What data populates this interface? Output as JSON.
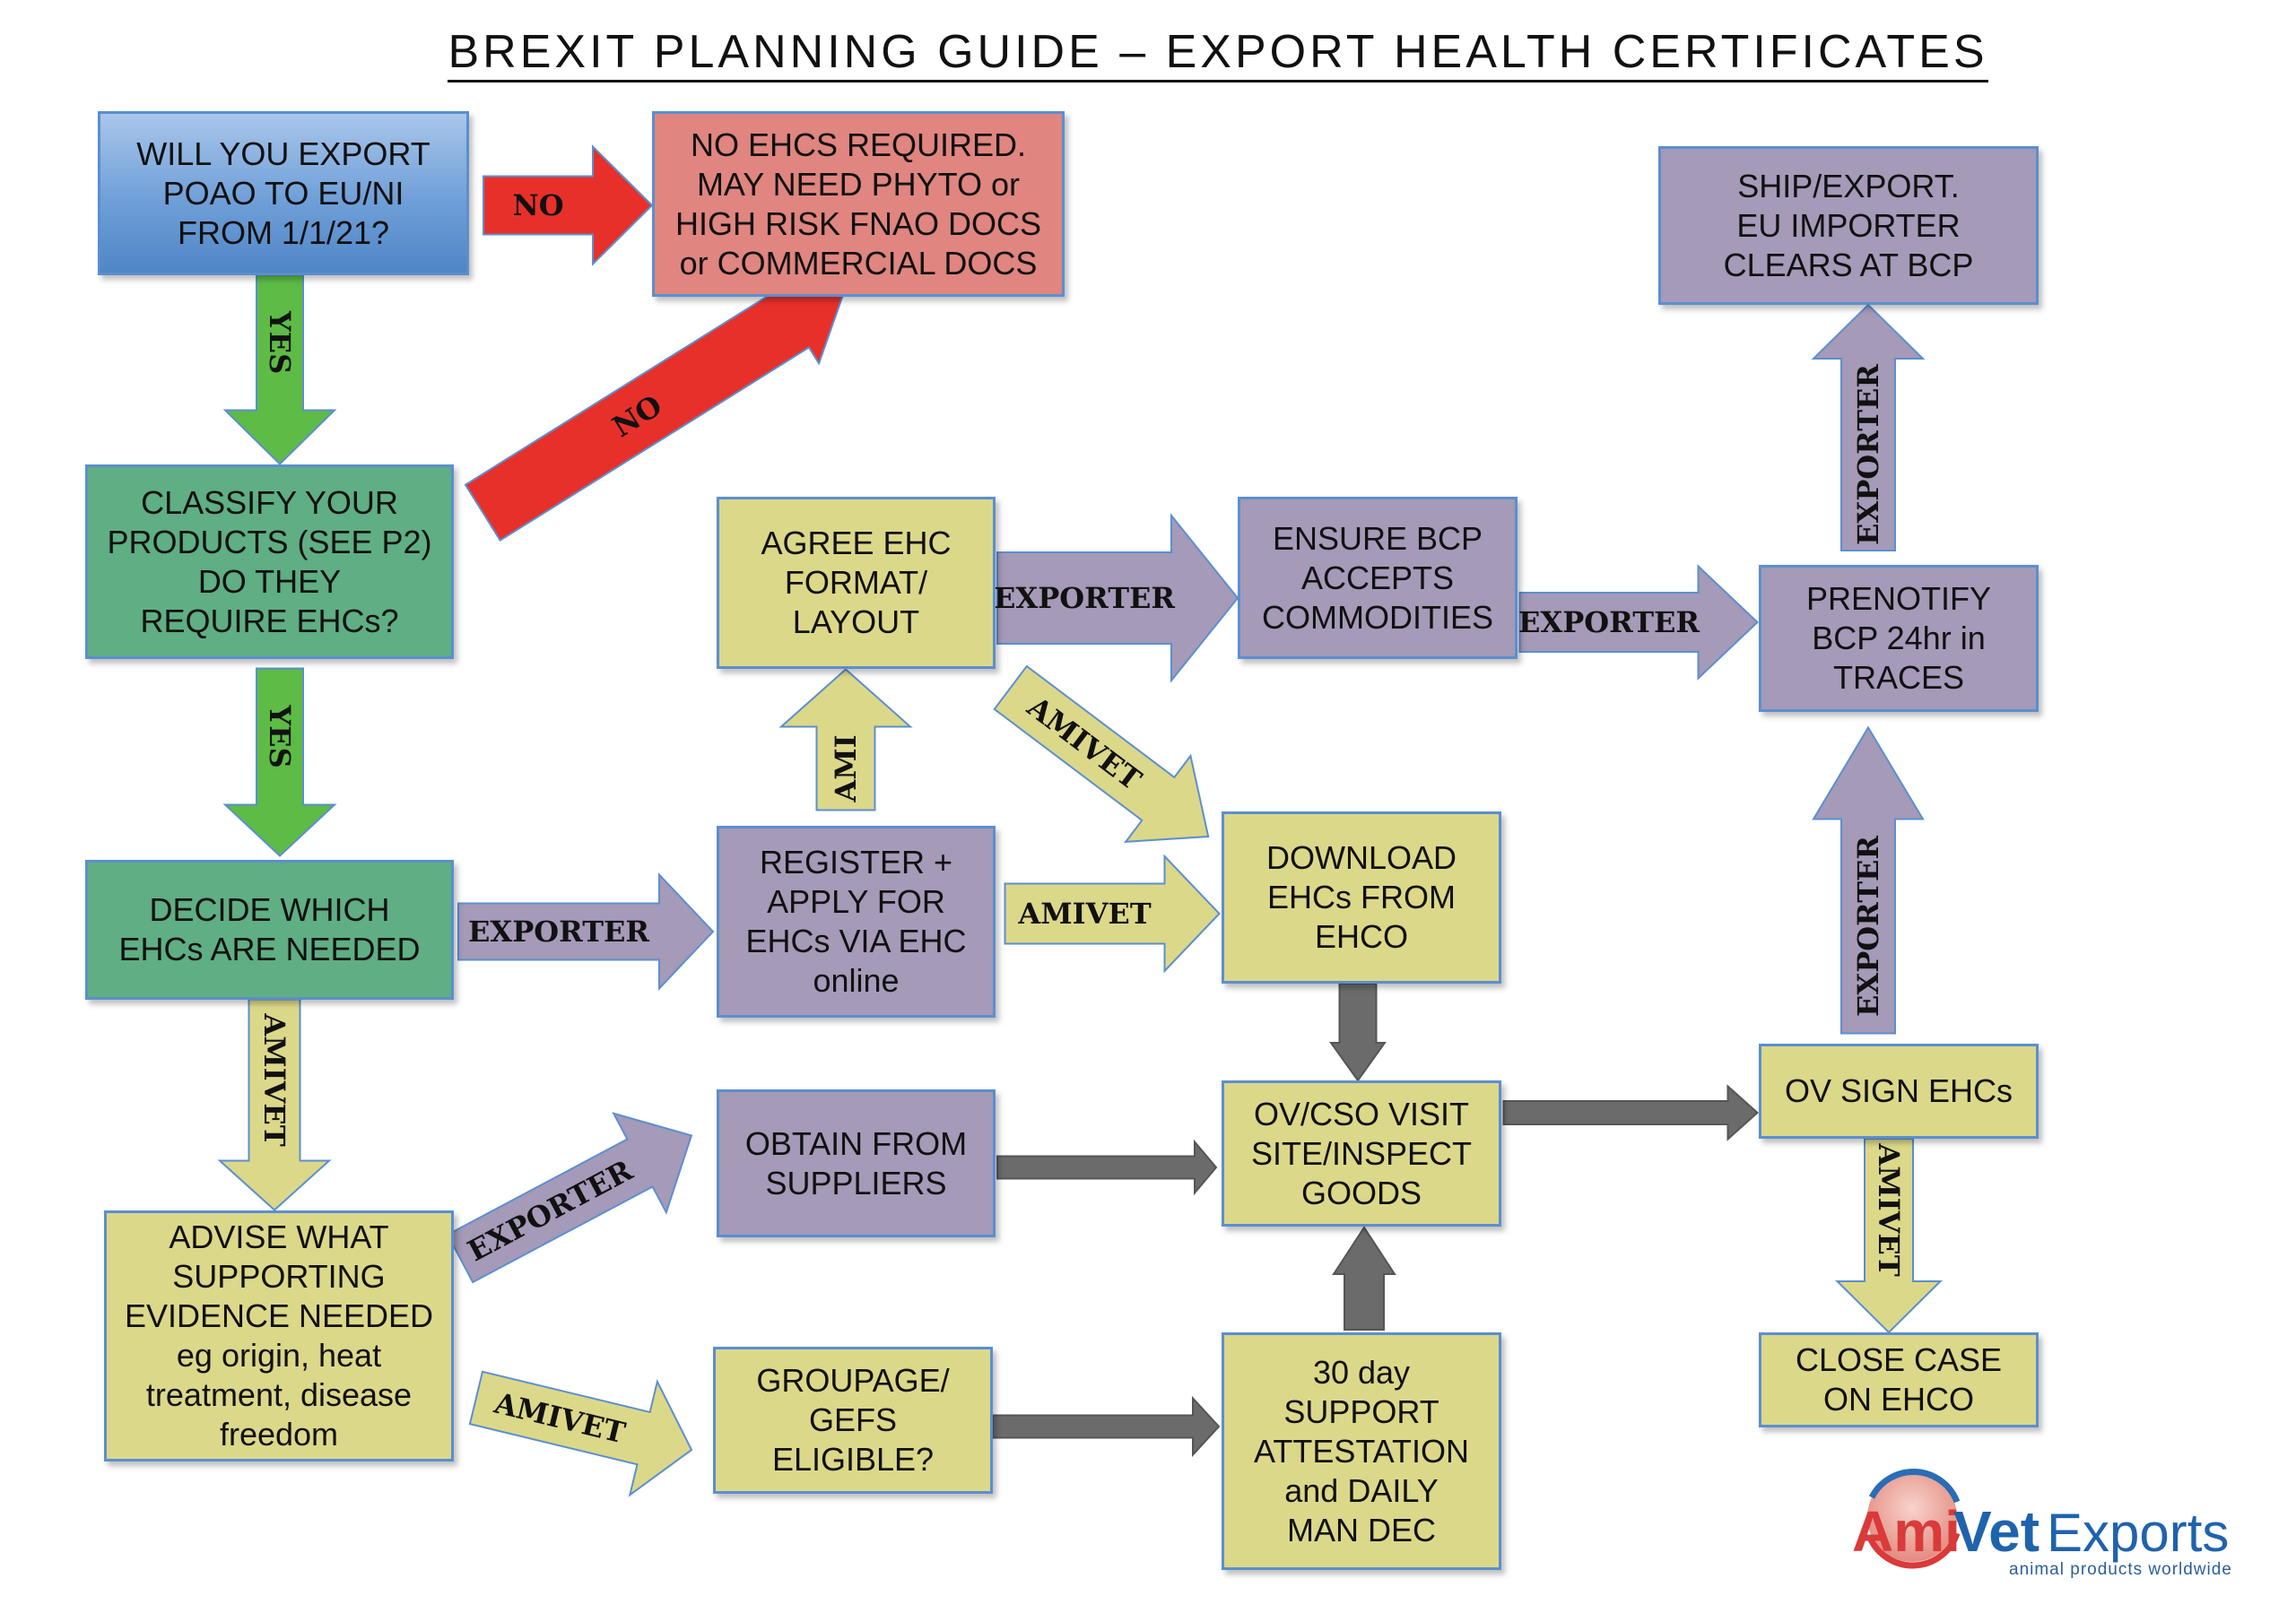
{
  "title": "BREXIT PLANNING GUIDE – EXPORT HEALTH CERTIFICATES",
  "boxes": {
    "q_export": "WILL YOU EXPORT\nPOAO TO EU/NI\nFROM 1/1/21?",
    "no_ehcs": "NO EHCS REQUIRED.\nMAY NEED PHYTO or\nHIGH RISK FNAO DOCS\nor COMMERCIAL DOCS",
    "ship": "SHIP/EXPORT.\nEU IMPORTER\nCLEARS AT BCP",
    "classify": "CLASSIFY YOUR\nPRODUCTS (SEE P2)\nDO THEY\nREQUIRE EHCs?",
    "agree": "AGREE EHC\nFORMAT/\nLAYOUT",
    "ensure": "ENSURE BCP\nACCEPTS\nCOMMODITIES",
    "prenotify": "PRENOTIFY\nBCP 24hr in\nTRACES",
    "decide": "DECIDE WHICH\nEHCs ARE NEEDED",
    "register": "REGISTER +\nAPPLY FOR\nEHCs VIA EHC\nonline",
    "download": "DOWNLOAD\nEHCs FROM\nEHCO",
    "advise": "ADVISE WHAT\nSUPPORTING\nEVIDENCE NEEDED\neg origin, heat\ntreatment, disease\nfreedom",
    "obtain": "OBTAIN FROM\nSUPPLIERS",
    "ov_visit": "OV/CSO VISIT\nSITE/INSPECT\nGOODS",
    "ov_sign": "OV SIGN EHCs",
    "groupage": "GROUPAGE/\nGEFS\nELIGIBLE?",
    "support": "30 day\nSUPPORT\nATTESTATION\nand DAILY\nMAN DEC",
    "close": "CLOSE CASE\nON EHCO"
  },
  "arrows": [
    {
      "label": "NO",
      "color": "#e8302a"
    },
    {
      "label": "NO",
      "color": "#e8302a"
    },
    {
      "label": "YES",
      "color": "#5dbb46"
    },
    {
      "label": "YES",
      "color": "#5dbb46"
    },
    {
      "label": "AMIVET",
      "color": "#dcd88a"
    },
    {
      "label": "EXPORTER",
      "color": "#a59ab8"
    },
    {
      "label": "AMI",
      "color": "#dcd88a"
    },
    {
      "label": "EXPORTER",
      "color": "#a59ab8"
    },
    {
      "label": "AMIVET",
      "color": "#dcd88a"
    },
    {
      "label": "AMIVET",
      "color": "#dcd88a"
    },
    {
      "label": "EXPORTER",
      "color": "#a59ab8"
    },
    {
      "label": "EXPORTER",
      "color": "#a59ab8"
    },
    {
      "label": "EXPORTER",
      "color": "#a59ab8"
    },
    {
      "label": "AMIVET",
      "color": "#dcd88a"
    },
    {
      "label": "EXPORTER",
      "color": "#a59ab8"
    },
    {
      "label": "AMIVET",
      "color": "#dcd88a"
    },
    {
      "label": "",
      "color": "#6b6b6b"
    },
    {
      "label": "",
      "color": "#6b6b6b"
    },
    {
      "label": "",
      "color": "#6b6b6b"
    },
    {
      "label": "",
      "color": "#6b6b6b"
    },
    {
      "label": "",
      "color": "#6b6b6b"
    }
  ],
  "logo": {
    "ami": "Ami",
    "vet": "Vet",
    "exports": "Exports",
    "tagline": "animal products worldwide"
  }
}
